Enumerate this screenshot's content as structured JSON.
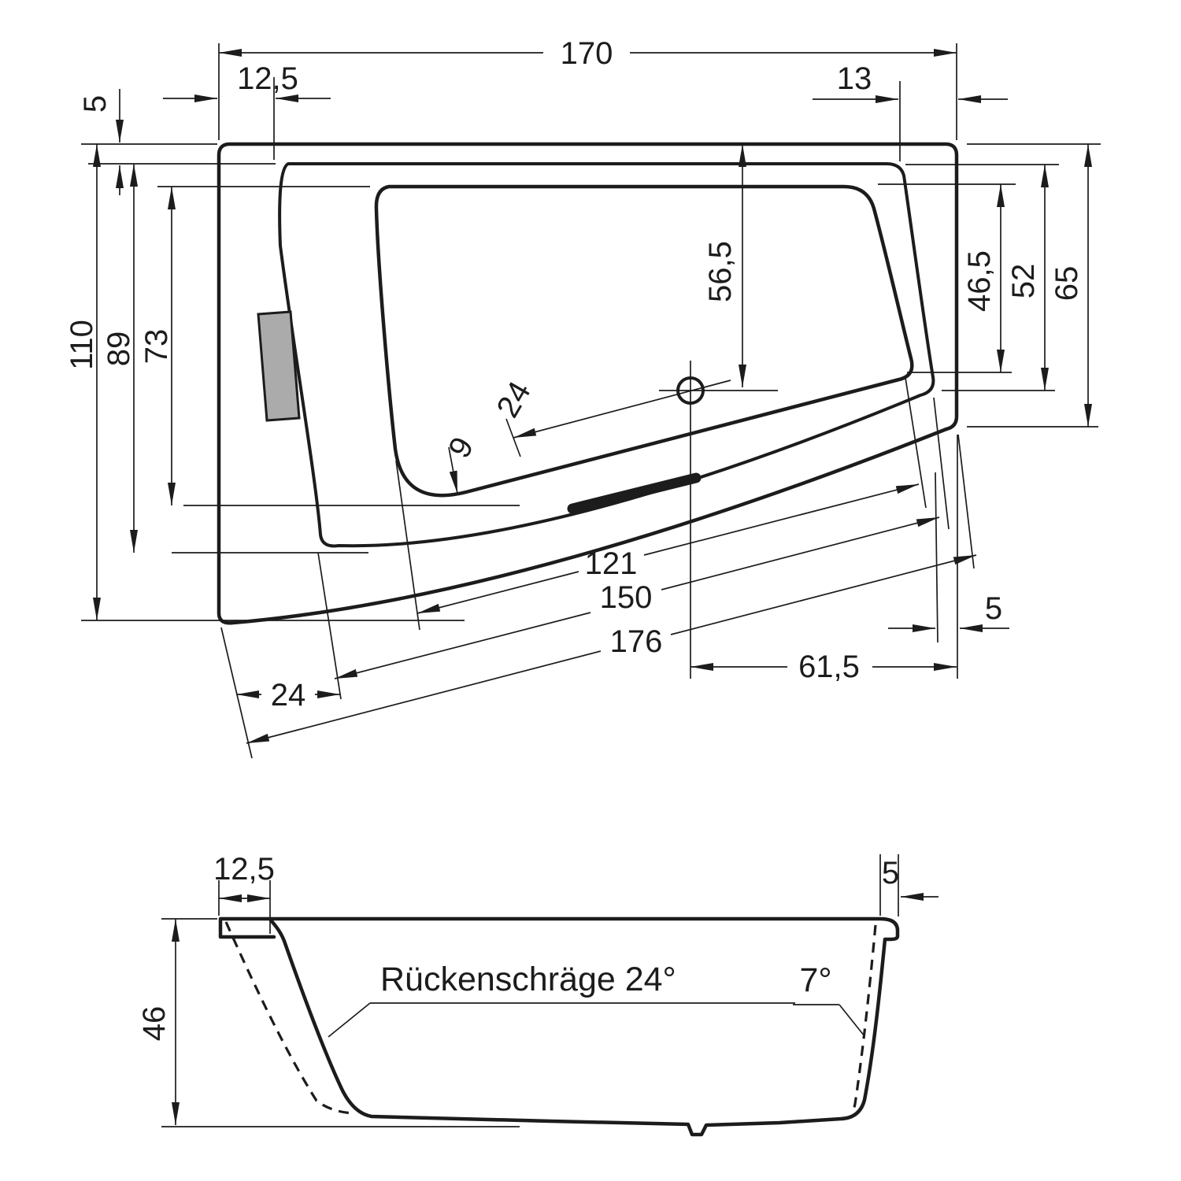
{
  "background": "#ffffff",
  "ink": "#1c1c1c",
  "headrest_fill": "#ababab",
  "top_view": {
    "width_overall": "170",
    "rim_left_width": "12,5",
    "rim_right_width": "13",
    "rim_top_depth": "5",
    "length_overall": "110",
    "length_inner": "89",
    "length_basin": "73",
    "right_edge_height": "65",
    "right_inner_height": "52",
    "right_basin_height": "46,5",
    "drain_from_top": "56,5",
    "drain_diagonal": "24",
    "edge_gap": "9",
    "basin_bottom_length": "121",
    "inner_bottom_length": "150",
    "outer_bottom_length": "176",
    "drain_from_right": "61,5",
    "rim_bottom_right": "5",
    "corner_offset": "24"
  },
  "section_view": {
    "rim_left_width": "12,5",
    "rim_right_width": "5",
    "depth": "46",
    "back_slope_label": "Rückenschräge 24°",
    "front_slope_label": "7°"
  }
}
